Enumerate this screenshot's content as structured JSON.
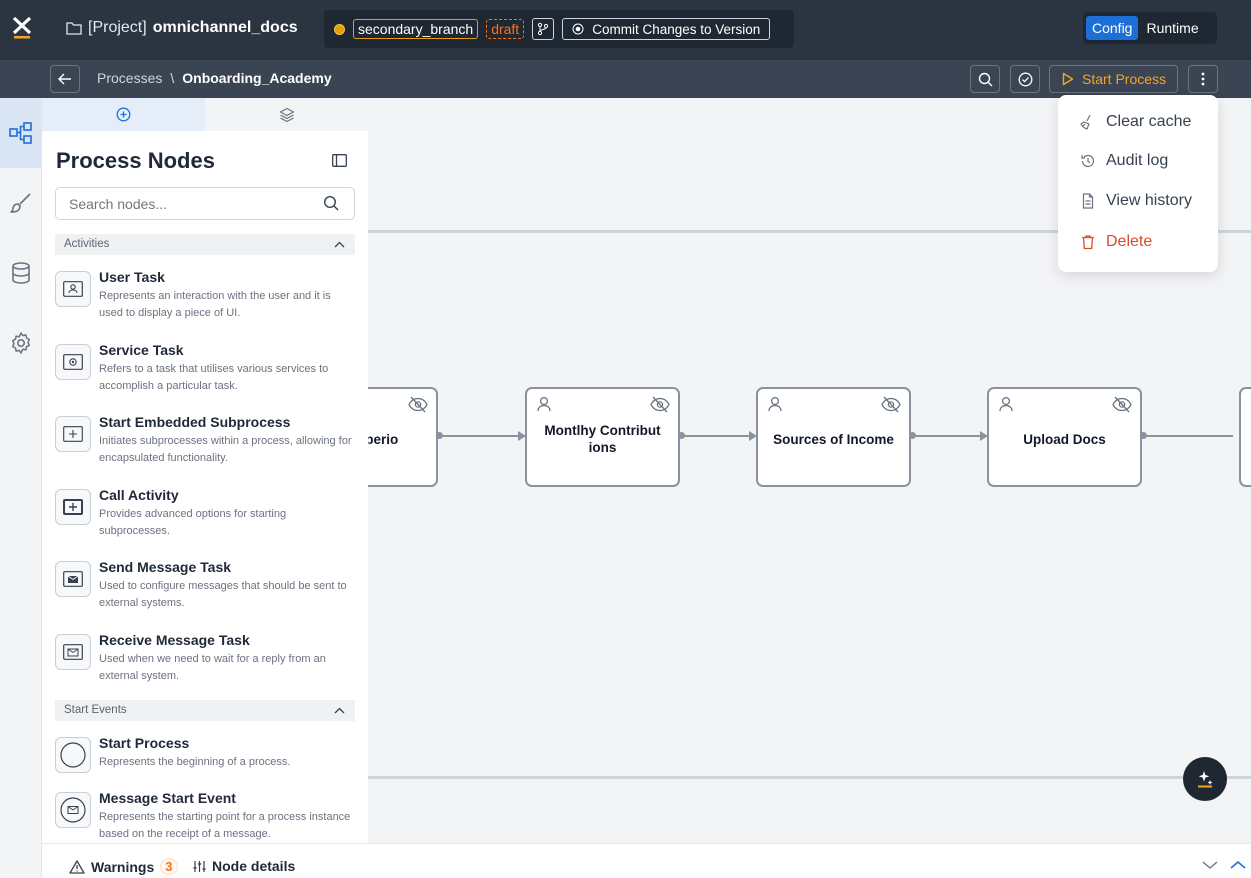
{
  "topbar": {
    "project_prefix": "[Project]",
    "project_name": "omnichannel_docs",
    "branch": "secondary_branch",
    "status": "draft",
    "commit_label": "Commit Changes to Version",
    "mode_config": "Config",
    "mode_runtime": "Runtime"
  },
  "breadcrumb": {
    "parent": "Processes",
    "separator": "\\",
    "current": "Onboarding_Academy"
  },
  "actions": {
    "start_process": "Start Process"
  },
  "sidebar": {
    "title": "Process Nodes",
    "search_placeholder": "Search nodes...",
    "sections": [
      {
        "title": "Activities",
        "nodes": [
          {
            "title": "User Task",
            "desc": "Represents an interaction with the user and it is used to display a piece of UI."
          },
          {
            "title": "Service Task",
            "desc": "Refers to a task that utilises various services to accomplish a particular task."
          },
          {
            "title": "Start Embedded Subprocess",
            "desc": "Initiates subprocesses within a process, allowing for encapsulated functionality."
          },
          {
            "title": "Call Activity",
            "desc": "Provides advanced options for starting subprocesses."
          },
          {
            "title": "Send Message Task",
            "desc": "Used to configure messages that should be sent to external systems."
          },
          {
            "title": "Receive Message Task",
            "desc": "Used when we need to wait for a reply from an external system."
          }
        ]
      },
      {
        "title": "Start Events",
        "nodes": [
          {
            "title": "Start Process",
            "desc": "Represents the beginning of a process."
          },
          {
            "title": "Message Start Event",
            "desc": "Represents the starting point for a process instance based on the receipt of a message."
          }
        ]
      }
    ]
  },
  "canvas": {
    "nodes": [
      {
        "label": "ng perio"
      },
      {
        "label": "Montlhy Contribut ions"
      },
      {
        "label": "Sources of Income"
      },
      {
        "label": "Upload Docs"
      }
    ]
  },
  "menu": {
    "items": [
      {
        "label": "Clear cache",
        "icon": "broom-icon"
      },
      {
        "label": "Audit log",
        "icon": "history-icon"
      },
      {
        "label": "View history",
        "icon": "document-icon"
      },
      {
        "label": "Delete",
        "icon": "trash-icon"
      }
    ]
  },
  "bottombar": {
    "warnings_label": "Warnings",
    "warnings_count": "3",
    "node_details_label": "Node details"
  },
  "colors": {
    "accent": "#1d6fd8",
    "warning": "#f5a524",
    "danger": "#dc4a2a",
    "topbar": "#2b3542"
  }
}
